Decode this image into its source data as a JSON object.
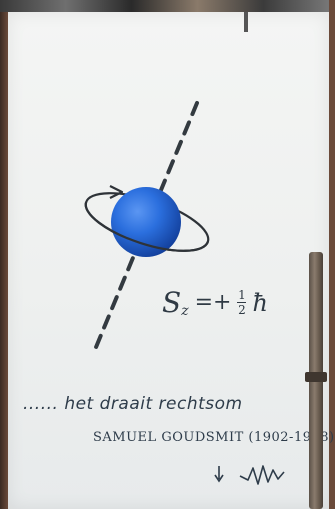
{
  "formula": {
    "symbol": "S",
    "subscript": "z",
    "equals_sign": "=+",
    "numerator": "1",
    "denominator": "2",
    "constant": "ħ"
  },
  "tagline": "...... het draait rechtsom",
  "credit": "SAMUEL GOUDSMIT (1902-1978)",
  "colors": {
    "sphere": "#1f5fd1",
    "ink": "#2e3c4a",
    "wall": "#f0f2f1"
  }
}
